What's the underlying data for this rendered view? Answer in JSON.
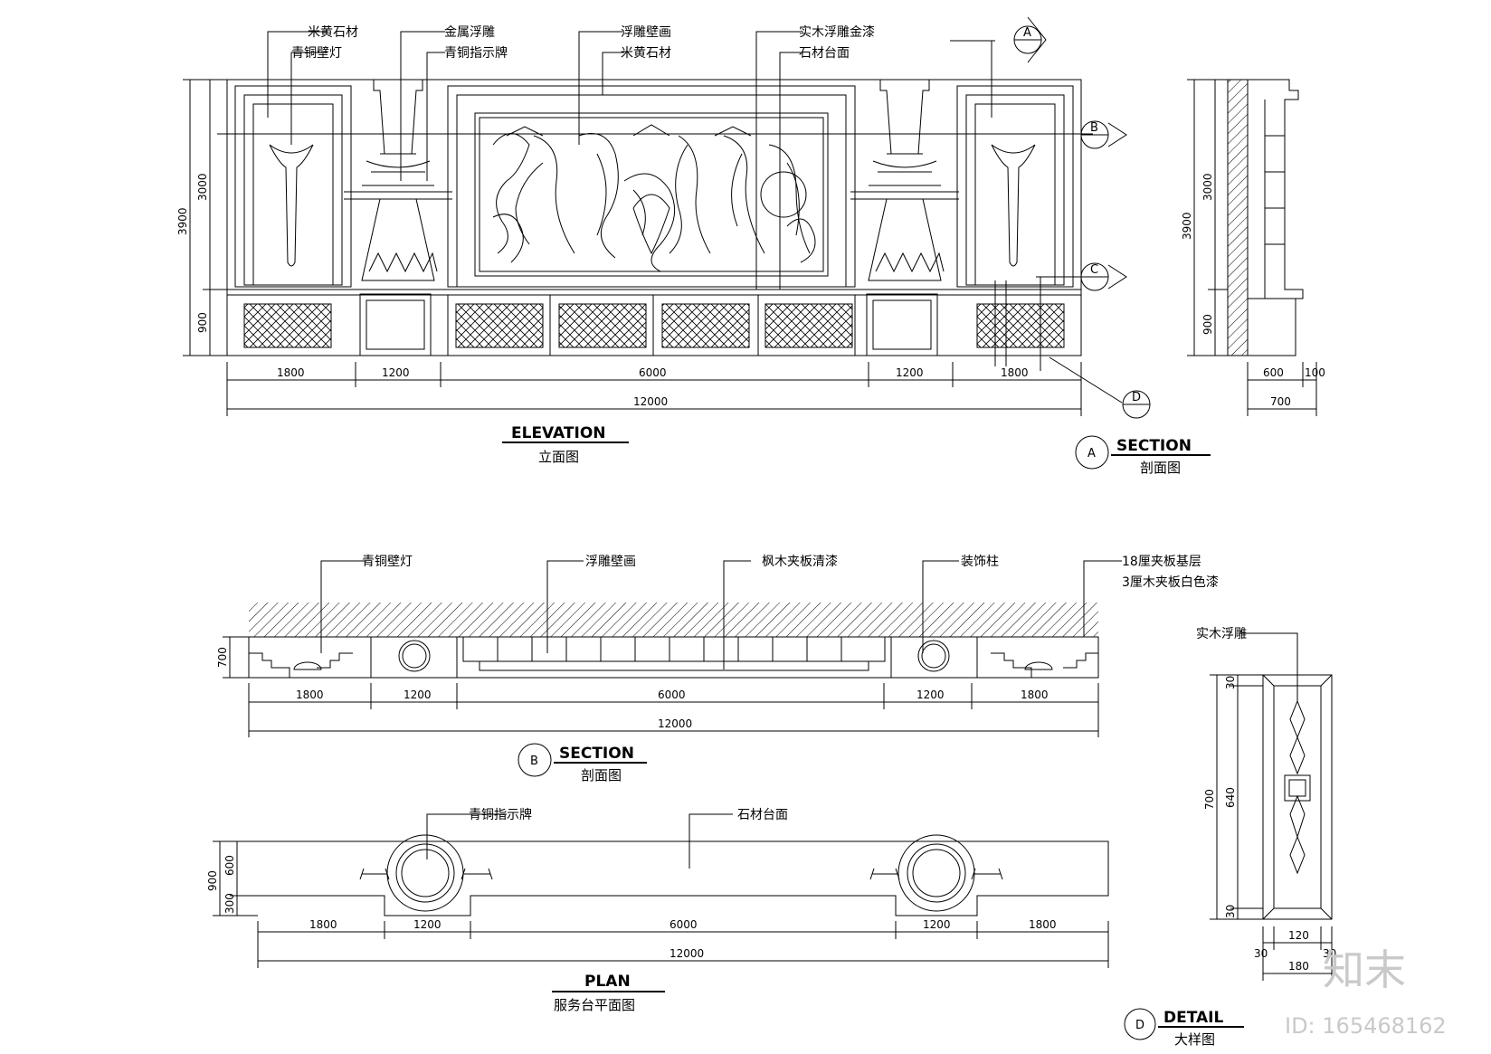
{
  "elevation": {
    "labels": [
      "米黄石材",
      "青铜壁灯",
      "金属浮雕",
      "青铜指示牌",
      "浮雕壁画",
      "米黄石材",
      "实木浮雕金漆",
      "石材台面"
    ],
    "height_dims": [
      "3900",
      "3000",
      "900"
    ],
    "width_dims": [
      "1800",
      "1200",
      "6000",
      "1200",
      "1800"
    ],
    "total": "12000",
    "title": "ELEVATION",
    "subtitle": "立面图"
  },
  "section_a": {
    "marker": "A",
    "title": "SECTION",
    "subtitle": "剖面图",
    "height_dims": [
      "3900",
      "3000",
      "900"
    ],
    "width_dims": [
      "600",
      "100"
    ],
    "total": "700"
  },
  "markers": [
    "A",
    "B",
    "C",
    "D"
  ],
  "section_b": {
    "labels": [
      "青铜壁灯",
      "浮雕壁画",
      "枫木夹板清漆",
      "装饰柱",
      "18厘夹板基层",
      "3厘木夹板白色漆"
    ],
    "height_dim": "700",
    "width_dims": [
      "1800",
      "1200",
      "6000",
      "1200",
      "1800"
    ],
    "total": "12000",
    "marker": "B",
    "title": "SECTION",
    "subtitle": "剖面图"
  },
  "plan": {
    "labels": [
      "青铜指示牌",
      "石材台面"
    ],
    "height_dims": [
      "900",
      "600",
      "300"
    ],
    "width_dims": [
      "1800",
      "1200",
      "6000",
      "1200",
      "1800"
    ],
    "total": "12000",
    "title": "PLAN",
    "subtitle": "服务台平面图"
  },
  "detail": {
    "label": "实木浮雕",
    "height_dims": [
      "700",
      "30",
      "640",
      "30"
    ],
    "width_dims": [
      "120",
      "30",
      "30",
      "180"
    ],
    "marker": "D",
    "title": "DETAIL",
    "subtitle": "大样图"
  },
  "watermark": {
    "brand": "知末",
    "id": "ID: 165468162"
  }
}
